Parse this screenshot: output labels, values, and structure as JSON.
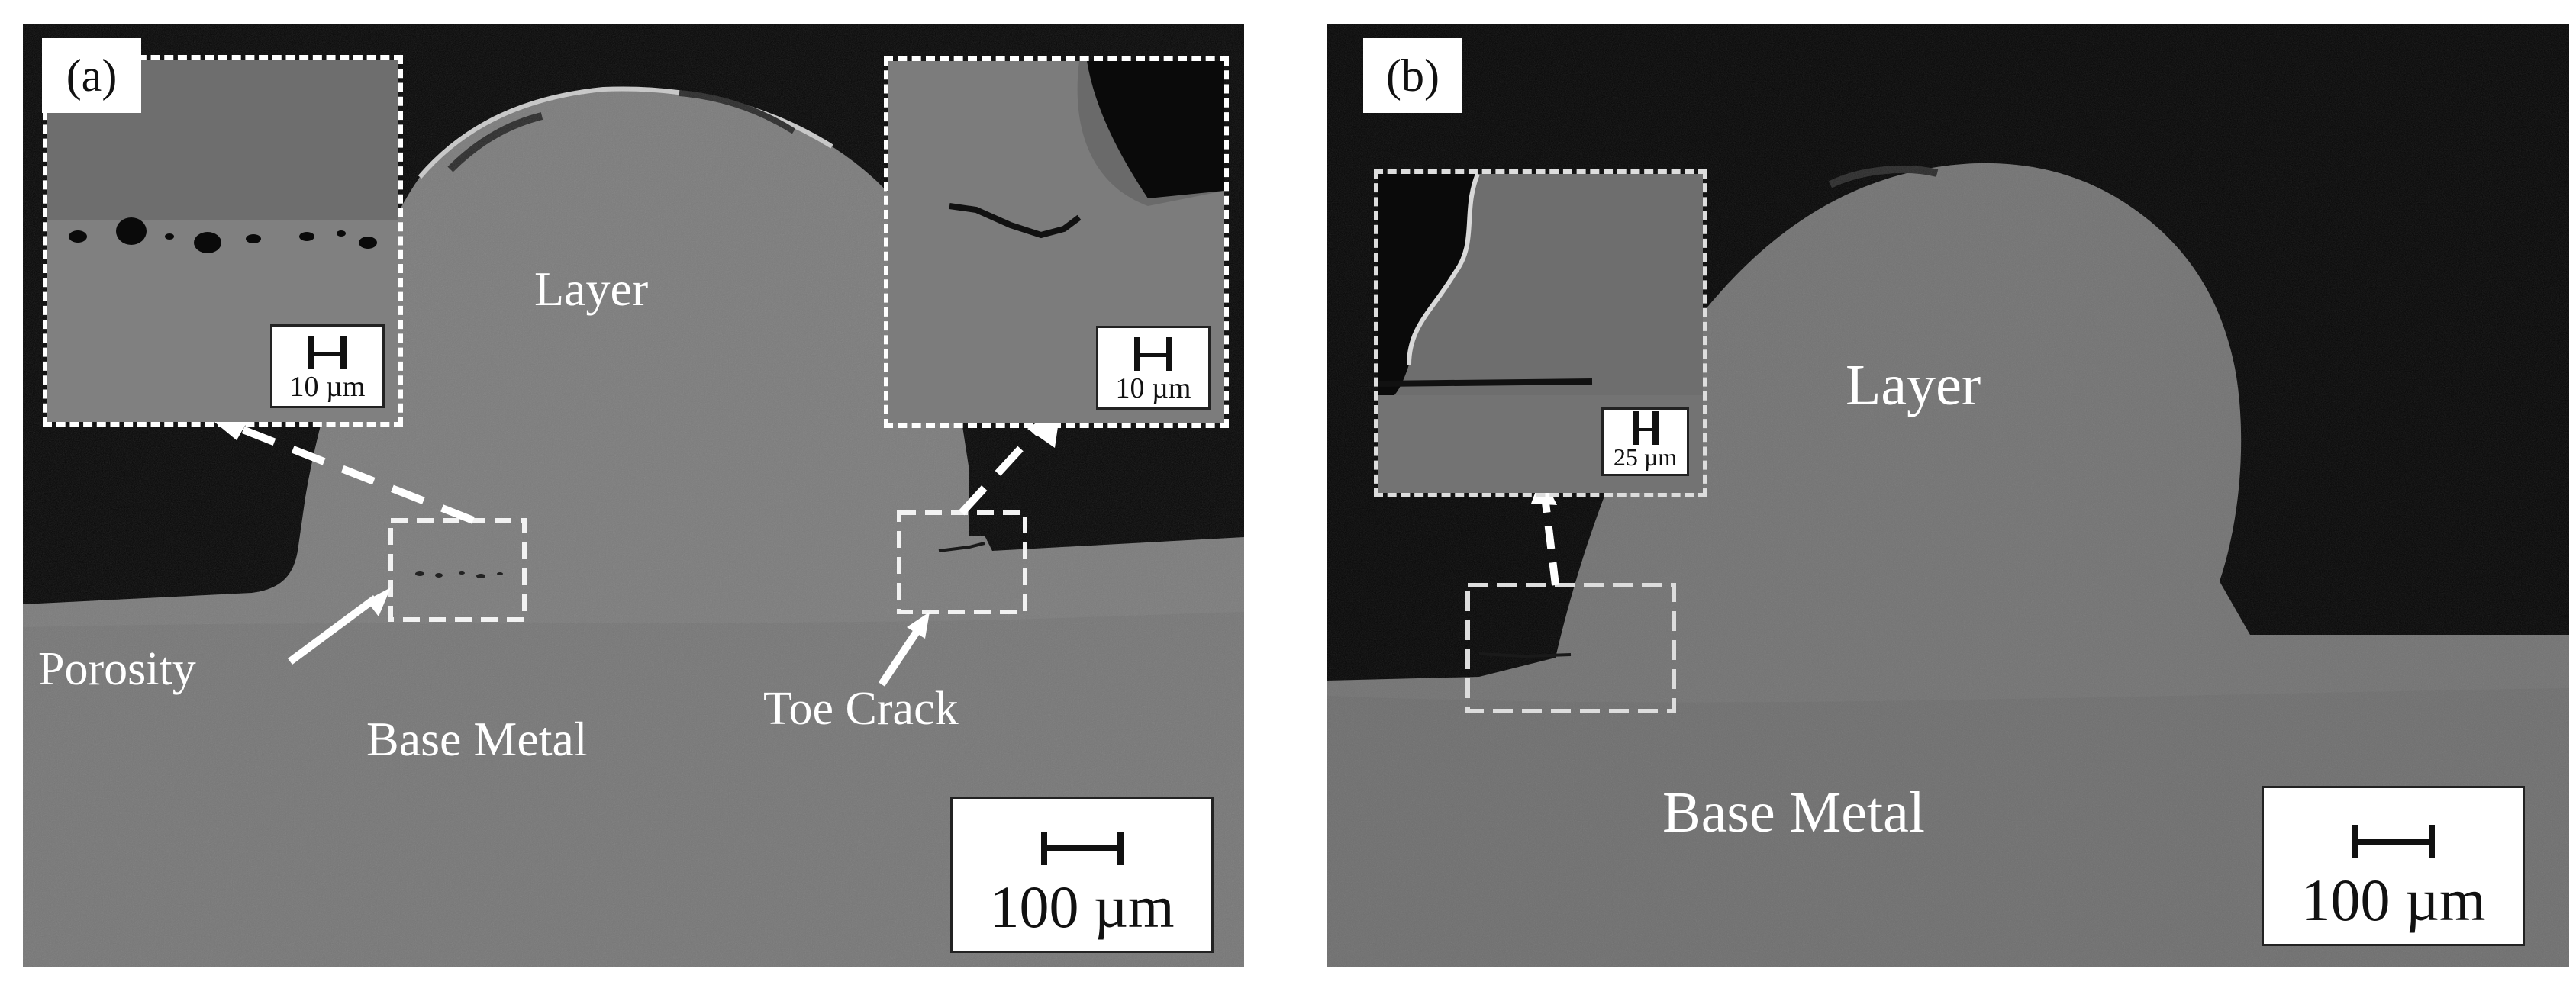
{
  "panels": [
    {
      "id": "a",
      "panel_label": "(a)",
      "layer_label": "Layer",
      "base_metal_label": "Base Metal",
      "annotations": [
        "Porosity",
        "Toe Crack"
      ],
      "main_scale": "100 µm",
      "insets": [
        {
          "feature": "porosity",
          "scale": "10 µm"
        },
        {
          "feature": "toe-crack",
          "scale": "10 µm"
        }
      ]
    },
    {
      "id": "b",
      "panel_label": "(b)",
      "layer_label": "Layer",
      "base_metal_label": "Base Metal",
      "main_scale": "100 µm",
      "insets": [
        {
          "feature": "toe-defect",
          "scale": "25 µm"
        }
      ]
    }
  ],
  "colors": {
    "background_void": "#050505",
    "metal_gray": "#7a7a7a",
    "inset_border": "#ffffff",
    "label_text": "#ffffff"
  }
}
